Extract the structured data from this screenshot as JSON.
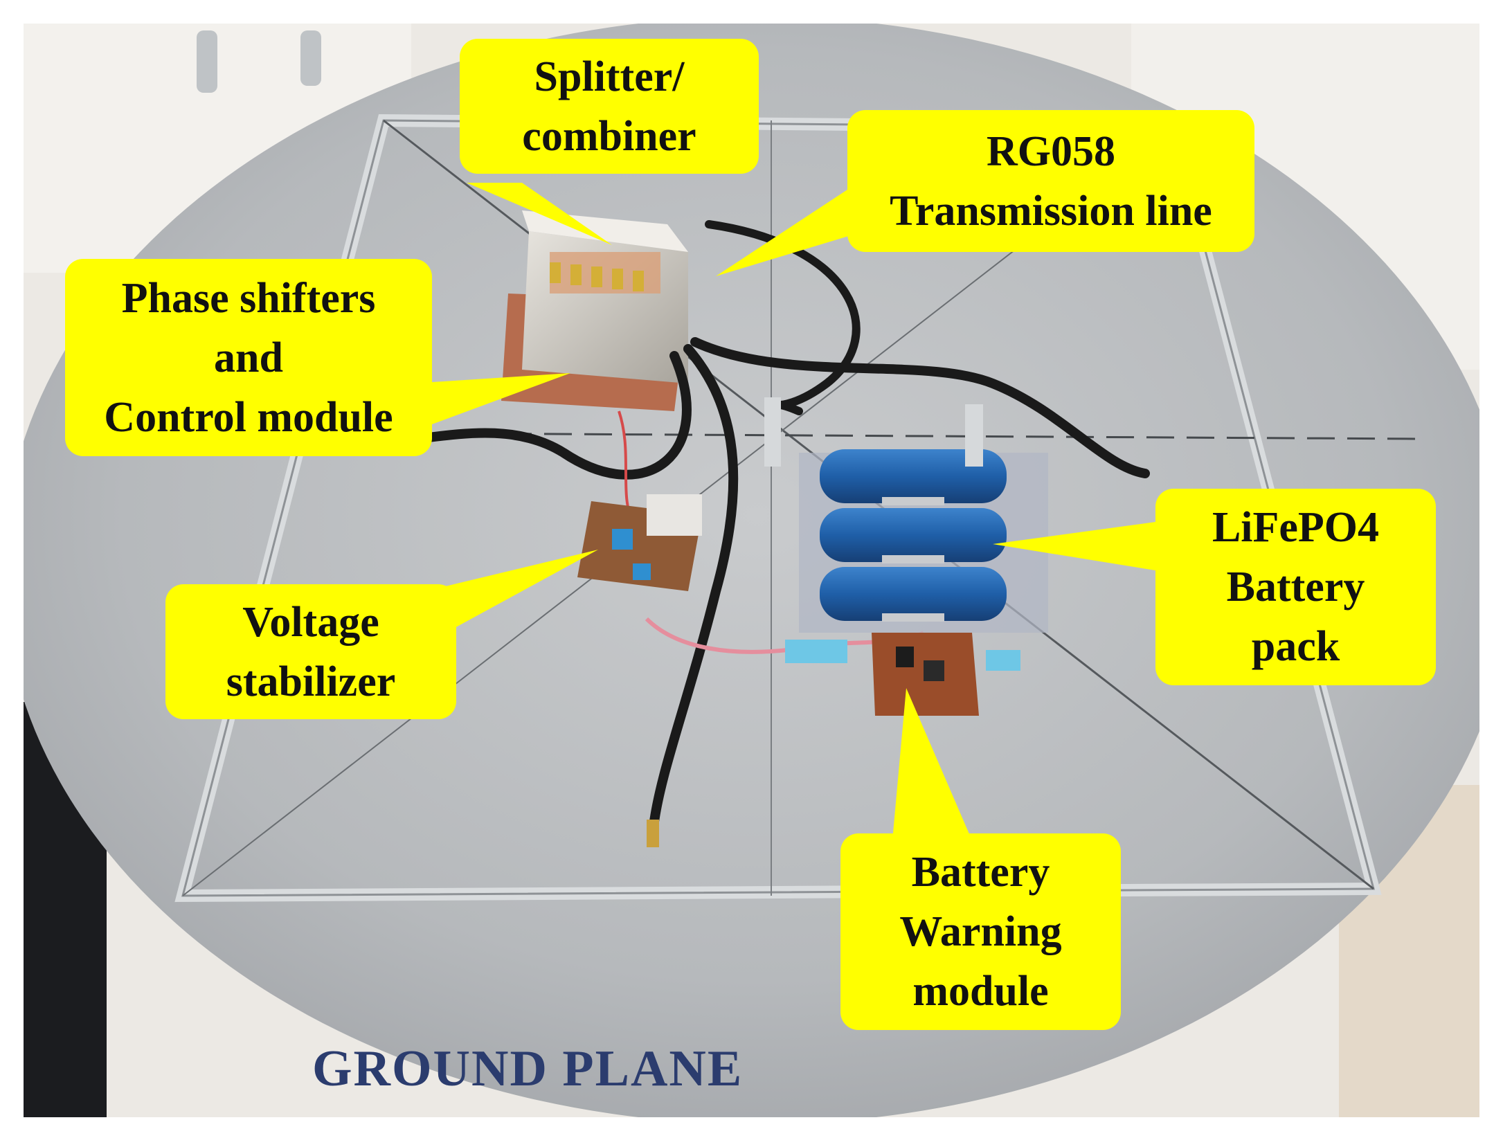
{
  "image": {
    "kind": "annotated photograph",
    "subject": "antenna electronics mounted on a metal ground plane"
  },
  "callouts": {
    "splitter": {
      "lines": [
        "Splitter/",
        "combiner"
      ]
    },
    "transmission": {
      "lines": [
        "RG058",
        "Transmission line"
      ]
    },
    "phase": {
      "lines": [
        "Phase shifters",
        "and",
        "Control module"
      ]
    },
    "battery_pack": {
      "lines": [
        "LiFePO4",
        "Battery",
        "pack"
      ]
    },
    "voltage": {
      "lines": [
        "Voltage",
        "stabilizer"
      ]
    },
    "warning": {
      "lines": [
        "Battery",
        "Warning",
        "module"
      ]
    }
  },
  "ground_plane_label": "GROUND PLANE",
  "colors": {
    "callout_fill": "#ffff00",
    "callout_text": "#111111",
    "ground_plane_text": "#2b3c6e",
    "battery_cells": "#1f5fa8",
    "plate": "#b9bcbf"
  }
}
